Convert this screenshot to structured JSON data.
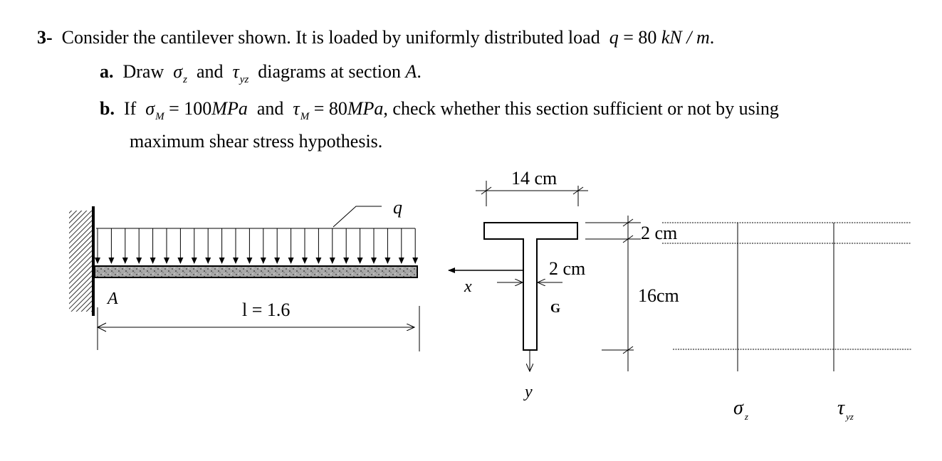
{
  "problem": {
    "number": "3-",
    "intro": "Consider the cantilever shown. It is loaded by uniformly distributed load",
    "load_symbol": "q",
    "load_value": "= 80",
    "load_unit": "kN / m",
    "load_end": ".",
    "part_a": {
      "letter": "a.",
      "t1": "Draw",
      "sigma": "σ",
      "sigma_sub": "z",
      "and": "and",
      "tau": "τ",
      "tau_sub": "yz",
      "t2": "diagrams at section",
      "section": "A",
      "end": "."
    },
    "part_b": {
      "letter": "b.",
      "t1": "If",
      "sigma": "σ",
      "sigma_sub": "M",
      "sigma_val": "= 100",
      "sigma_unit": "MPa",
      "and": "and",
      "tau": "τ",
      "tau_sub": "M",
      "tau_val": "= 80",
      "tau_unit": "MPa",
      "t2": ", check whether this section sufficient or not by using",
      "line2": "maximum shear stress hypothesis."
    }
  },
  "figure": {
    "beam": {
      "load_label": "q",
      "section_label": "A",
      "length_label": "l = 1.6"
    },
    "section": {
      "width_label": "14 cm",
      "web_label": "2 cm",
      "x_axis": "x",
      "y_axis": "y",
      "centroid": "G"
    },
    "dims": {
      "flange_thickness": "2 cm",
      "height": "16cm"
    },
    "diagrams": {
      "sigma": "σ",
      "sigma_sub": "z",
      "tau": "τ",
      "tau_sub": "yz"
    }
  }
}
